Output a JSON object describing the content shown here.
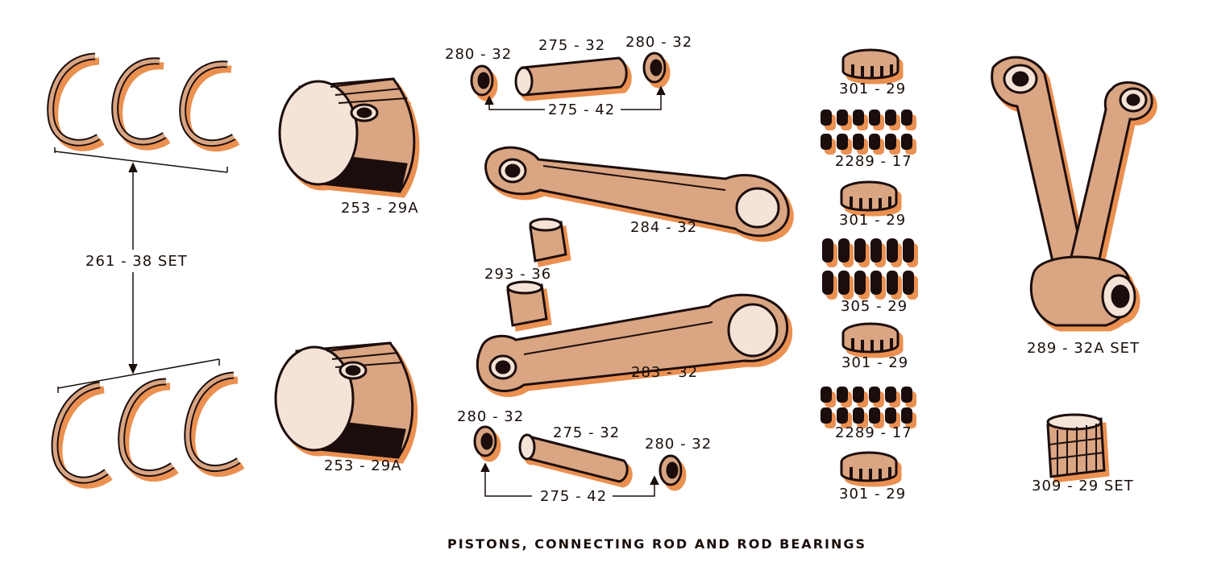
{
  "title": "PISTONS, CONNECTING ROD AND ROD BEARINGS",
  "colors": {
    "ink": "#1a0f0a",
    "part_fill": "#d9a582",
    "part_light": "#f4e3d6",
    "shadow": "#e8843e",
    "background": "#ffffff"
  },
  "parts": {
    "ring_set": "261 - 38 SET",
    "piston_top": "253 - 29A",
    "piston_bottom": "253 - 29A",
    "retainer_tl": "280 - 32",
    "pin_top": "275 - 32",
    "retainer_tr": "280 - 32",
    "pin_assy_top": "275 - 42",
    "rod_top": "284 - 32",
    "bushing": "293 - 36",
    "rod_bottom": "283 - 32",
    "retainer_bl": "280 - 32",
    "pin_bottom": "275 - 32",
    "retainer_br": "280 - 32",
    "pin_assy_bottom": "275 - 42",
    "cage_1": "301 - 29",
    "rollers_1": "2289 - 17",
    "cage_2": "301 - 29",
    "rollers_2": "305 - 29",
    "cage_3": "301 - 29",
    "rollers_3": "2289 - 17",
    "cage_4": "301 - 29",
    "rod_assembly": "289 - 32A SET",
    "bearing_set": "309 - 29 SET"
  }
}
